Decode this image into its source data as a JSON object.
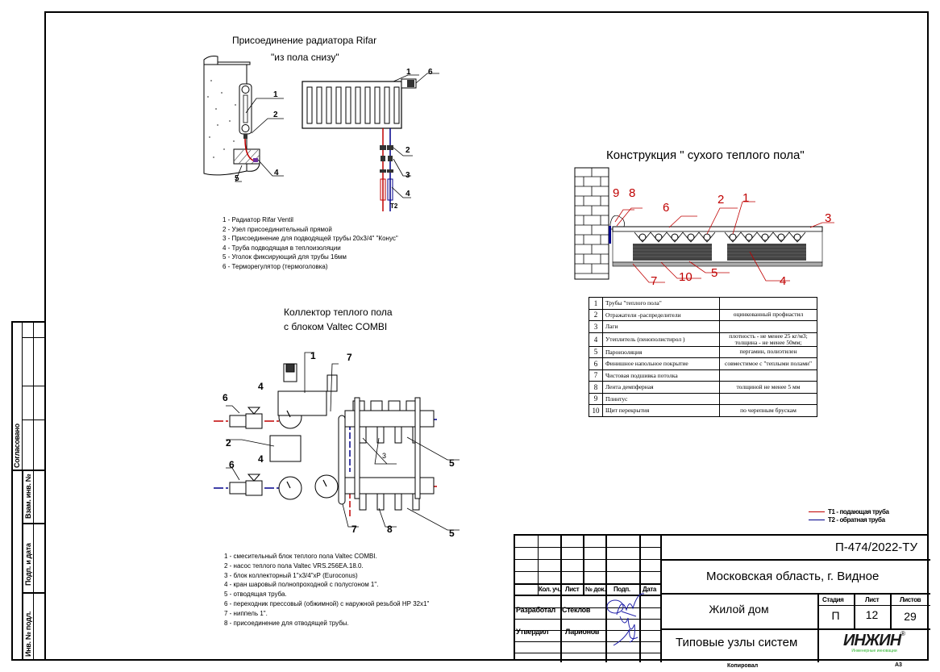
{
  "sheet": {
    "format": "А3",
    "copied_label": "Копировал"
  },
  "side_stamp": {
    "agreed": "Согласовано",
    "replaces_inv": "Взам. инв. №",
    "sign_date": "Подп. и дата",
    "inv_orig": "Инв. № подл."
  },
  "radiator_section": {
    "title_line1": "Присоединение радиатора Rifar",
    "title_line2": "\"из пола снизу\"",
    "callouts": [
      "1",
      "2",
      "4",
      "5",
      "1",
      "6",
      "2",
      "3",
      "4",
      "Т2"
    ],
    "legend": [
      "1 - Радиатор Rifar Ventil",
      "2 - Узел присоединительный прямой",
      "3 - Присоединение для подводящей трубы 20х3/4\" \"Конус\"",
      "4 - Труба подводящая в теплоизоляции",
      "5 - Уголок фиксирующий для трубы 16мм",
      "6 - Терморегулятор (термоголовка)"
    ]
  },
  "floor_section": {
    "title": "Конструкция \" сухого теплого пола\"",
    "callouts": [
      "9",
      "8",
      "6",
      "2",
      "1",
      "3",
      "7",
      "10",
      "5",
      "4"
    ],
    "table": [
      {
        "n": "1",
        "name": "Трубы \"теплого пола\"",
        "note": ""
      },
      {
        "n": "2",
        "name": "Отражатели -распределители",
        "note": "оцинкованный профнастил"
      },
      {
        "n": "3",
        "name": "Лаги",
        "note": ""
      },
      {
        "n": "4",
        "name": "Утеплитель (пенополистирол )",
        "note": "плотность - не менее 25 кг/м3; толщина - не менее 50мм;"
      },
      {
        "n": "5",
        "name": "Пароизоляция",
        "note": "пергамин, полиэтилен"
      },
      {
        "n": "6",
        "name": "Финишное напольное покрытие",
        "note": "совместимое с \"теплыми полами\""
      },
      {
        "n": "7",
        "name": "Чистовая подшивка потолка",
        "note": ""
      },
      {
        "n": "8",
        "name": "Лента демпферная",
        "note": "толщиной не менее 5 мм"
      },
      {
        "n": "9",
        "name": "Плинтус",
        "note": ""
      },
      {
        "n": "10",
        "name": "Щит перекрытия",
        "note": "по черепным брускам"
      }
    ]
  },
  "collector_section": {
    "title_line1": "Коллектор теплого пола",
    "title_line2": "с блоком Valtec COMBI",
    "callouts": [
      "1",
      "7",
      "4",
      "6",
      "2",
      "4",
      "6",
      "3",
      "5",
      "7",
      "8",
      "5"
    ],
    "legend": [
      "1 - смесительный блок теплого пола Valtec COMBI.",
      "2 - насос теплого пола Valtec VRS.256EA.18.0.",
      "3 -  блок коллекторный  1\"х3/4\"хР (Euroconus)",
      "4 - кран шаровый полнопроходной с полусгоном 1\".",
      "5 - отводящая труба.",
      "6 - переходник прессовый (обжимной) с наружной резьбой НР 32х1\"",
      "7 - ниппель 1\".",
      "8 - присоединение для отводящей трубы."
    ]
  },
  "pipe_legend": {
    "items": [
      {
        "label": "Т1 - подающая труба",
        "color": "#c00000"
      },
      {
        "label": "Т2 - обратная труба",
        "color": "#00008b"
      }
    ]
  },
  "title_block": {
    "headers": {
      "kol_uch": "Кол. уч.",
      "list": "Лист",
      "no_doc": "№ док.",
      "podp": "Подп.",
      "data": "Дата"
    },
    "roles": [
      {
        "role": "Разработал",
        "name": "Стеклов"
      },
      {
        "role": "Утвердил",
        "name": "Ларионов"
      }
    ],
    "code": "П-474/2022-ТУ",
    "location": "Московская область, г. Видное",
    "object": "Жилой дом",
    "sheet_title": "Типовые узлы систем",
    "stage_label": "Стадия",
    "sheet_label": "Лист",
    "sheets_label": "Листов",
    "stage": "П",
    "sheet": "12",
    "sheets": "29",
    "logo": "ИНЖИН",
    "logo_sub": "Инженерные инновации",
    "logo_reg": "®",
    "logo_color": "#1a1a1a",
    "logo_accent": "#2db52d",
    "signature_color": "#1f1fa8"
  }
}
